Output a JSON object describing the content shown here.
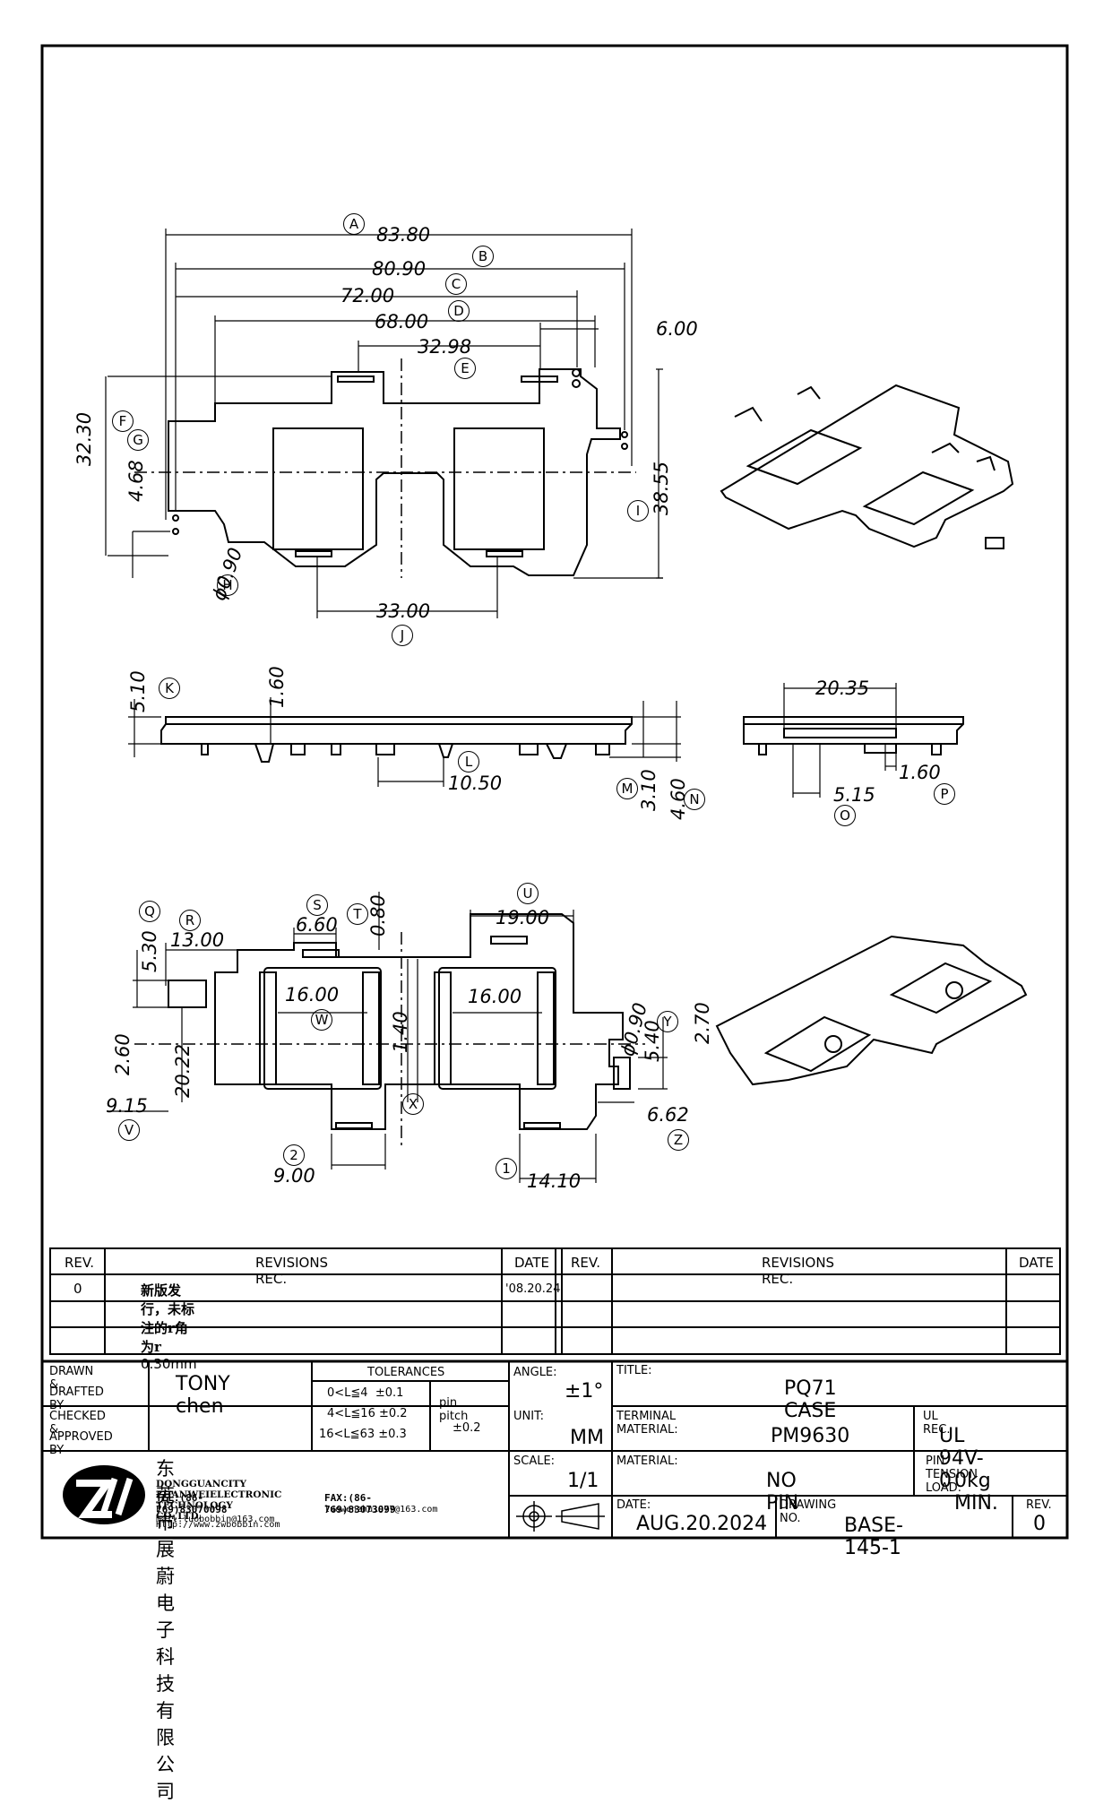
{
  "dimensions": {
    "top": [
      {
        "id": "A",
        "value": "83.80"
      },
      {
        "id": "B",
        "value": "80.90"
      },
      {
        "id": "C",
        "value": "72.00"
      },
      {
        "id": "D",
        "value": "68.00"
      },
      {
        "id": "E",
        "value": "32.98"
      },
      {
        "id": "",
        "value": "6.00"
      },
      {
        "id": "F",
        "value": "32.30"
      },
      {
        "id": "G",
        "value": "4.68"
      },
      {
        "id": "H",
        "value": "0.90"
      },
      {
        "id": "I",
        "value": "38.55"
      },
      {
        "id": "J",
        "value": "33.00"
      }
    ],
    "side": [
      {
        "id": "K",
        "value": "5.10"
      },
      {
        "id": "",
        "value": "1.60"
      },
      {
        "id": "L",
        "value": "10.50"
      },
      {
        "id": "M",
        "value": "3.10"
      },
      {
        "id": "N",
        "value": "4.60"
      }
    ],
    "end": [
      {
        "id": "",
        "value": "20.35"
      },
      {
        "id": "O",
        "value": "5.15"
      },
      {
        "id": "P",
        "value": "1.60"
      }
    ],
    "bottom": [
      {
        "id": "Q",
        "value": "5.30"
      },
      {
        "id": "R",
        "value": "13.00"
      },
      {
        "id": "S",
        "value": "6.60"
      },
      {
        "id": "T",
        "value": "0.80"
      },
      {
        "id": "U",
        "value": "19.00"
      },
      {
        "id": "W",
        "value": "16.00"
      },
      {
        "id": "",
        "value": "16.00"
      },
      {
        "id": "X",
        "value": "1.40"
      },
      {
        "id": "",
        "value": "2.60"
      },
      {
        "id": "",
        "value": "20.22"
      },
      {
        "id": "V",
        "value": "9.15"
      },
      {
        "id": "",
        "value": "0.90"
      },
      {
        "id": "Y",
        "value": "5.40"
      },
      {
        "id": "",
        "value": "2.70"
      },
      {
        "id": "Z",
        "value": "6.62"
      },
      {
        "id": "2",
        "value": "9.00"
      },
      {
        "id": "1",
        "value": "14.10"
      }
    ]
  },
  "revisions": {
    "headers": {
      "rev": "REV.",
      "rec": "REVISIONS  REC.",
      "date": "DATE"
    },
    "rows": [
      {
        "rev": "0",
        "rec_cn": "新版发行，未标注的r角为r",
        "rec_val": "0.30mm",
        "date": "'08.20.24"
      }
    ]
  },
  "title_block": {
    "drawn_label": "DRAWN &",
    "drafted_label": "DRAFTED BY",
    "drawn_by": "TONY chen",
    "checked_label": "CHECKED &",
    "approved_label": "APPROVED BY",
    "tolerances_label": "TOLERANCES",
    "tolerances": [
      {
        "range": "0<L≦4",
        "tol": "±0.1"
      },
      {
        "range": "4<L≦16",
        "tol": "±0.2"
      },
      {
        "range": "16<L≦63",
        "tol": "±0.3"
      }
    ],
    "pin_pitch_label": "pin pitch",
    "pin_pitch": "±0.2",
    "angle_label": "ANGLE:",
    "angle": "±1°",
    "unit_label": "UNIT:",
    "unit": "MM",
    "scale_label": "SCALE:",
    "scale": "1/1",
    "title_label": "TITLE:",
    "title": "PQ71 CASE",
    "terminal_label": "TERMINAL MATERIAL:",
    "terminal": "PM9630",
    "ul_label": "UL REC.",
    "ul": "UL 94V-0",
    "material_label": "MATERIAL:",
    "material": "NO PIN",
    "pin_tension_label": "PIN TENSION LOAD:",
    "pin_tension": "0kg MIN.",
    "date_label": "DATE:",
    "date": "AUG.20.2024",
    "drawing_no_label": "DRAWING NO.",
    "drawing_no": "BASE-145-1",
    "rev_label": "REV.",
    "rev": "0",
    "company_cn": "东莞市展蔚电子科技有限公司",
    "company_en": "DONGGUANCITY ZHANWEIELECTRONIC TECHNOLOGY CO.,LTD.",
    "tel": "TEL:(86-769)83070098",
    "fax": "FAX:(86-769)83073099",
    "email": "E-mail:luobobbin@163.com",
    "email2": "luowenzhu1977@163.com",
    "web": "Http://www.zwbobbin.com"
  }
}
